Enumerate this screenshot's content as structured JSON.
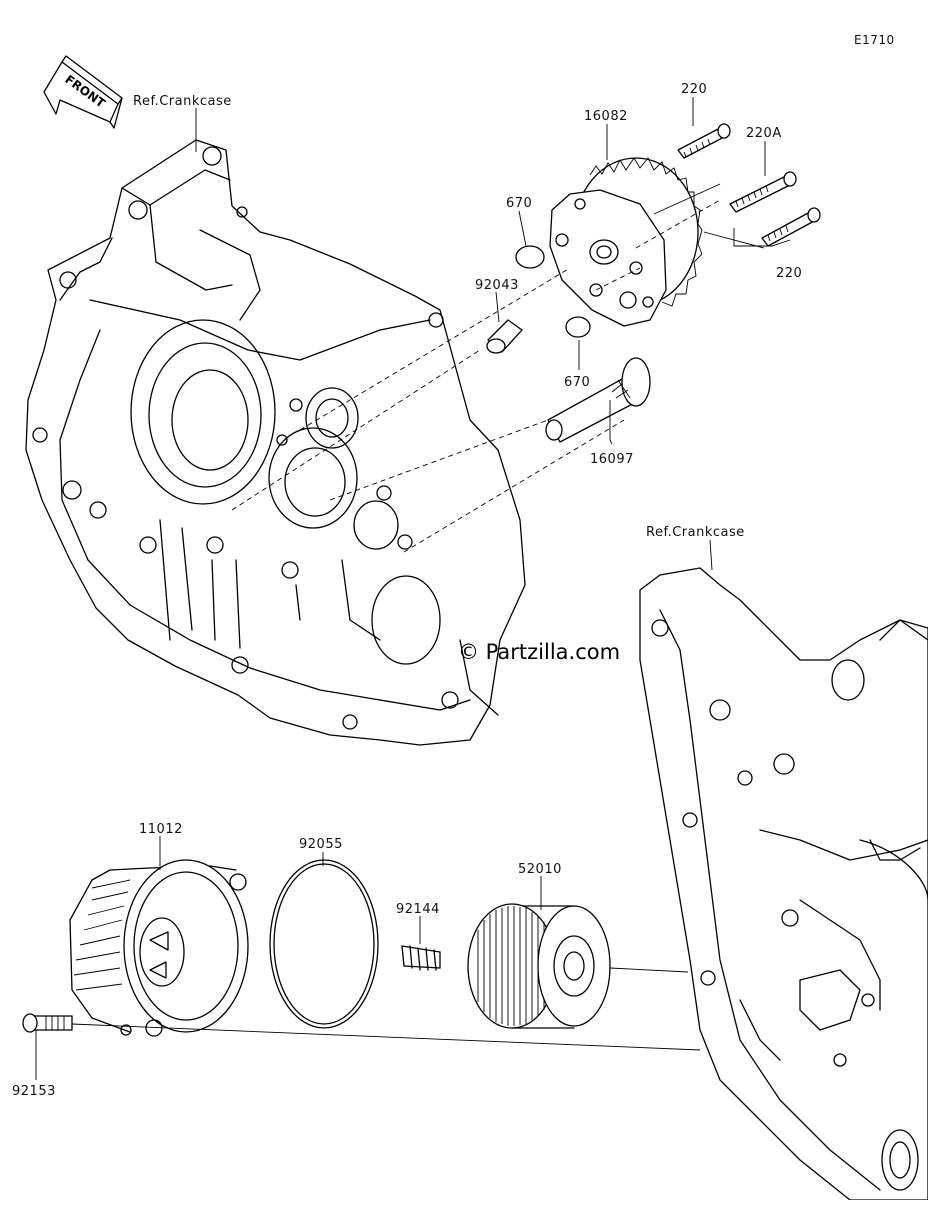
{
  "diagram_code": "E1710",
  "front_marker": "FRONT",
  "watermark": "© Partzilla.com",
  "refs": {
    "crankcase_left": "Ref.Crankcase",
    "crankcase_right": "Ref.Crankcase"
  },
  "parts": {
    "p220_top": "220",
    "p16082": "16082",
    "p220A": "220A",
    "p670_upper": "670",
    "p220_right": "220",
    "p92043": "92043",
    "p670_lower": "670",
    "p16097": "16097",
    "p11012": "11012",
    "p92055": "92055",
    "p92144": "92144",
    "p52010": "52010",
    "p92153": "92153"
  }
}
